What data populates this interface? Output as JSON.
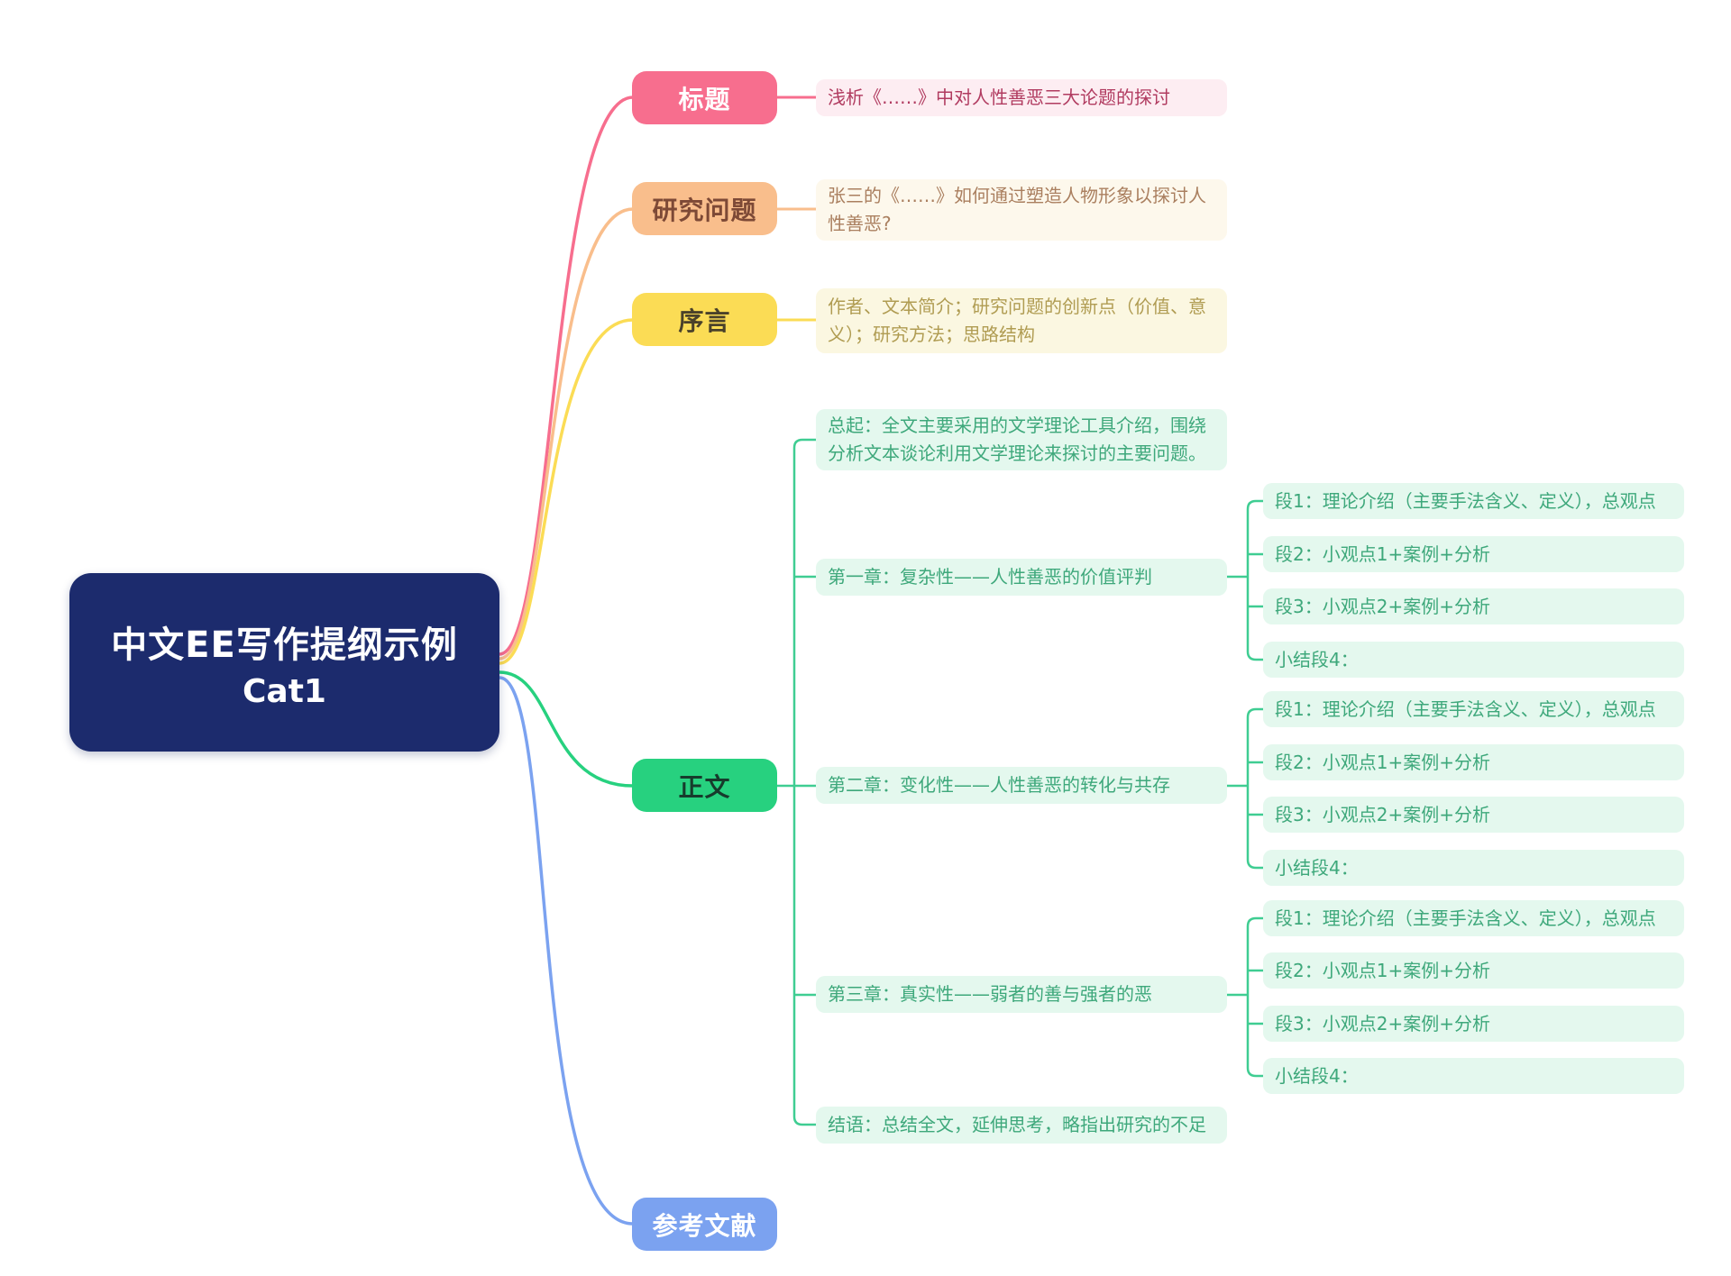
{
  "colors": {
    "navy": "#1c2b6d",
    "pink": "#f76e8e",
    "pink-light": "#fdedf2",
    "pink-text": "#b13b60",
    "orange": "#f9be8c",
    "orange-text": "#7d4936",
    "cream": "#fdf8ec",
    "cream-text": "#aa7f5f",
    "yellow": "#fbdc55",
    "yellow-light": "#fbf7e1",
    "olive-text": "#b09c52",
    "yellow-node-text": "#4a412a",
    "green": "#27d17f",
    "green-light": "#e4f8ee",
    "green-text": "#3ea87b",
    "green-line": "#3fcd92",
    "body-node-text": "#173b2c",
    "blue": "#7ba2f0"
  },
  "root": {
    "title_line1": "中文EE写作提纲示例",
    "title_line2": "Cat1"
  },
  "branches": {
    "title": {
      "label": "标题",
      "content": "浅析《……》中对人性善恶三大论题的探讨"
    },
    "research_question": {
      "label": "研究问题",
      "content": "张三的《……》如何通过塑造人物形象以探讨人性善恶?"
    },
    "preface": {
      "label": "序言",
      "content": "作者、文本简介；研究问题的创新点（价值、意义）；研究方法；思路结构"
    },
    "body": {
      "label": "正文",
      "overview": "总起：全文主要采用的文学理论工具介绍，围绕分析文本谈论利用文学理论来探讨的主要问题。",
      "chapters": [
        {
          "title": "第一章：复杂性——人性善恶的价值评判",
          "paragraphs": [
            "段1：理论介绍（主要手法含义、定义），总观点",
            "段2：小观点1+案例+分析",
            "段3：小观点2+案例+分析",
            "小结段4："
          ]
        },
        {
          "title": "第二章：变化性——人性善恶的转化与共存",
          "paragraphs": [
            "段1：理论介绍（主要手法含义、定义），总观点",
            "段2：小观点1+案例+分析",
            "段3：小观点2+案例+分析",
            "小结段4："
          ]
        },
        {
          "title": "第三章：真实性——弱者的善与强者的恶",
          "paragraphs": [
            "段1：理论介绍（主要手法含义、定义），总观点",
            "段2：小观点1+案例+分析",
            "段3：小观点2+案例+分析",
            "小结段4："
          ]
        }
      ],
      "conclusion": "结语：总结全文，延伸思考，略指出研究的不足"
    },
    "references": {
      "label": "参考文献"
    }
  }
}
